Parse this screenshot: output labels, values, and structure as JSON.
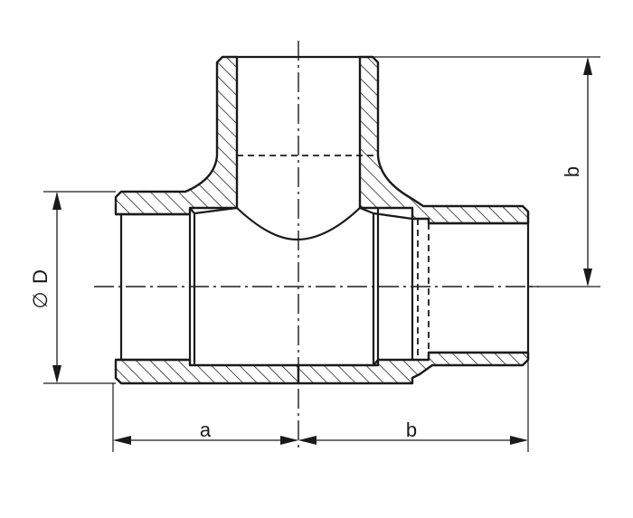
{
  "labels": {
    "dim_a": "a",
    "dim_b_horizontal": "b",
    "dim_b_vertical": "b",
    "dim_diameter": "D",
    "diameter_symbol": "∅"
  }
}
